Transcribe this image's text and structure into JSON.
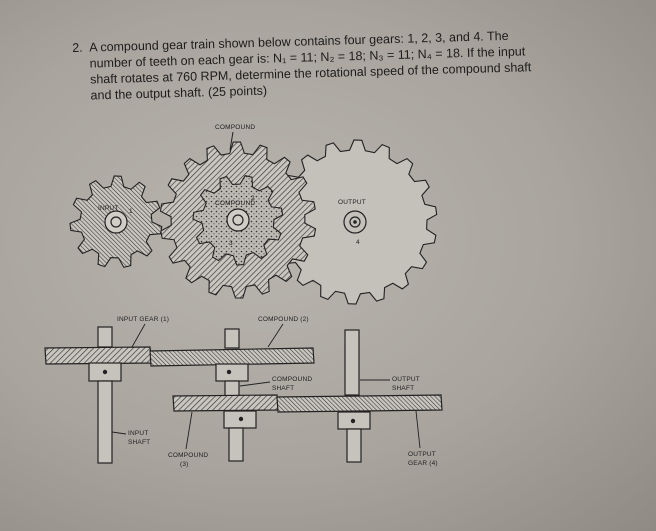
{
  "problem": {
    "number": "2.",
    "lines": [
      "A compound gear train shown below contains four gears: 1, 2, 3, and 4. The",
      "number of teeth on each gear is:  N₁ = 11; N₂ = 18; N₃ = 11; N₄ = 18.  If the input",
      "shaft rotates at 760 RPM, determine the rotational speed of the compound shaft",
      "and the output shaft. (25 points)"
    ]
  },
  "figure": {
    "top": {
      "compound_title": "COMPOUND",
      "input_label": "INPUT",
      "compound_label": "COMPOUND",
      "output_label": "OUTPUT",
      "gear_numbers": [
        "1",
        "2",
        "3",
        "4"
      ]
    },
    "bottom": {
      "input_gear_label": "INPUT GEAR (1)",
      "compound2_label": "COMPOUND (2)",
      "compound_shaft_label": [
        "COMPOUND",
        "SHAFT"
      ],
      "output_shaft_label": [
        "OUTPUT",
        "SHAFT"
      ],
      "input_shaft_label": [
        "INPUT",
        "SHAFT"
      ],
      "compound3_label": [
        "COMPOUND",
        "(3)"
      ],
      "output_gear_label": [
        "OUTPUT",
        "GEAR (4)"
      ]
    }
  },
  "colors": {
    "paper": "#b8b4ae",
    "ink": "#222222"
  }
}
